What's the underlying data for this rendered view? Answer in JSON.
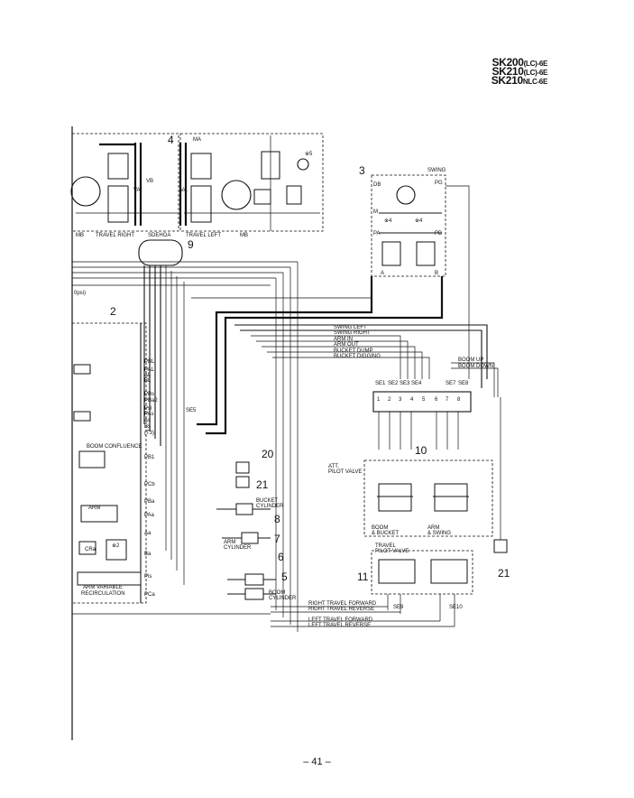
{
  "header": {
    "models": [
      {
        "base": "SK200",
        "suffix": "(LC)-6E"
      },
      {
        "base": "SK210",
        "suffix": "(LC)-6E"
      },
      {
        "base": "SK210",
        "suffix": "NLC-6E"
      }
    ]
  },
  "diagram": {
    "callouts": [
      "4",
      "3",
      "9",
      "2",
      "20",
      "21",
      "8",
      "7",
      "6",
      "5",
      "10",
      "11",
      "21"
    ],
    "travel_right": "TRAVEL RIGHT",
    "travel_left": "TRAVEL LEFT",
    "swing": "SWING",
    "mb": "MB",
    "ma": "MA",
    "db": "DB",
    "pg": "PG",
    "pa": "PA",
    "pb": "PB",
    "va": "VA",
    "vb": "VB",
    "pilot_lines": [
      "SWING LEFT",
      "SWING RIGHT",
      "ARM IN",
      "ARM OUT",
      "BUCKET DUMP",
      "BUCKET DIGGING"
    ],
    "boom_up": "BOOM UP",
    "boom_down": "BOOM DOWN",
    "sensors_left": [
      "SE1",
      "SE2",
      "SE3",
      "SE4"
    ],
    "sensors_right": [
      "SE7",
      "SE8"
    ],
    "port_numbers": [
      "1",
      "2",
      "3",
      "4",
      "5",
      "6",
      "7",
      "8"
    ],
    "att_pilot_valve": [
      "ATT.",
      "PILOT VALVE"
    ],
    "boom_bucket": [
      "BOOM",
      "& BUCKET"
    ],
    "arm_swing": [
      "ARM",
      "& SWING"
    ],
    "travel_pilot_valve": [
      "TRAVEL",
      "PILOT VALVE"
    ],
    "travel_lines": [
      "RIGHT TRAVEL FORWARD",
      "RIGHT TRAVEL REVERSE",
      "LEFT TRAVEL FORWARD",
      "LEFT TRAVEL REVERSE"
    ],
    "se9": "SE9",
    "se10": "SE10",
    "se5": "SE5",
    "cv_ports": [
      "PBL",
      "PAL",
      "AL",
      "BL",
      "PBs",
      "PBa2",
      "Psl",
      "PAs",
      "As",
      "Bs",
      "(T3)",
      "PB1",
      "PCb",
      "PBa",
      "PAa",
      "Aa",
      "Ba",
      "Pis",
      "PCa"
    ],
    "boom_confluence": "BOOM CONFLUENCE",
    "arm": "ARM",
    "cra": "CRa",
    "note2": "※2",
    "note4": "※4",
    "note5": "※5",
    "arm_variable": [
      "ARM VARIABLE",
      "RECIRCULATION"
    ],
    "bucket_cylinder": [
      "BUCKET",
      "CYLINDER"
    ],
    "arm_cylinder": [
      "ARM",
      "CYLINDER"
    ],
    "boom_cylinder": [
      "BOOM",
      "CYLINDER"
    ],
    "psi": "0psi)",
    "sdehoa": "SDEHOA",
    "port_a": "A",
    "port_b": "B"
  },
  "footer": {
    "page": "– 41 –"
  }
}
